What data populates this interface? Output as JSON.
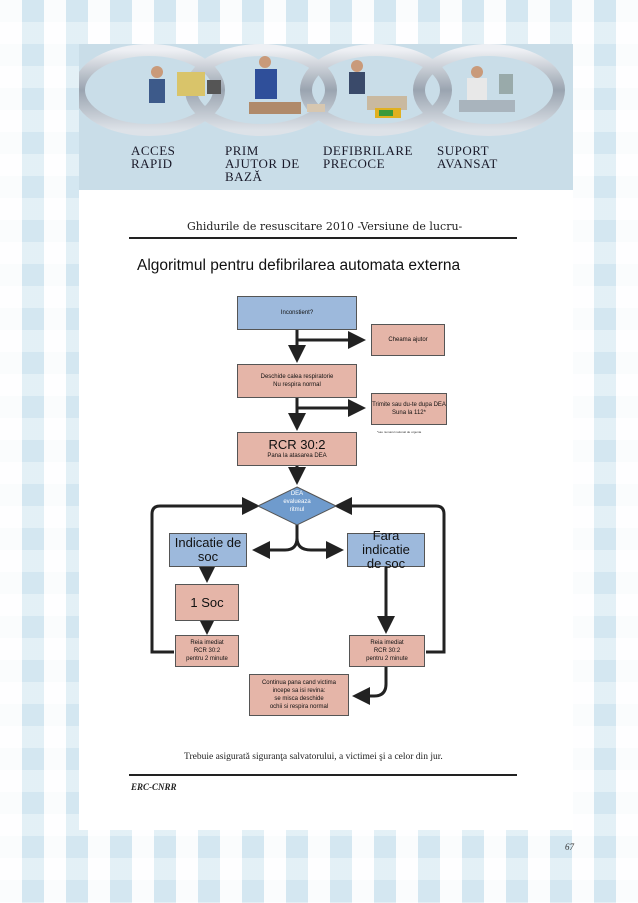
{
  "banner": {
    "labels": [
      "ACCES\nRAPID",
      "PRIM\nAJUTOR DE\nBAZĂ",
      "DEFIBRILARE\nPRECOCE",
      "SUPORT\nAVANSAT"
    ]
  },
  "document": {
    "header": "Ghidurile de resuscitare 2010 -Versiune de lucru-",
    "title": "Algoritmul pentru defibrilarea automata externa",
    "footnote": "Trebuie asigurată siguranţa salvatorului, a victimei şi a celor din jur.",
    "footer_code": "ERC-CNRR",
    "page_number": "67"
  },
  "flowchart": {
    "unconscious": "Inconstient?",
    "call_help": "Cheama ajutor",
    "open_airway": [
      "Deschide calea respiratorie",
      "Nu respira normal"
    ],
    "send_for_aed": [
      "Trimite sau du-te dupa DEA",
      "Suna la 112*"
    ],
    "small_note": "*sau numarul national de urgenta",
    "cpr_title": "RCR 30:2",
    "cpr_sub": "Pana la atasarea DEA",
    "aed_assesses": [
      "DEA",
      "evalueaza",
      "ritmul"
    ],
    "shock_indicated": [
      "Indicatie de",
      "soc"
    ],
    "no_shock": [
      "Fara indicatie",
      "de soc"
    ],
    "one_shock": "1 Soc",
    "resume_left": [
      "Reia imediat",
      "RCR 30:2",
      "pentru 2 minute"
    ],
    "resume_right": [
      "Reia imediat",
      "RCR 30:2",
      "pentru 2 minute"
    ],
    "continue": [
      "Continua pana cand victima",
      "incepe sa isi revina:",
      "se misca deschide",
      "ochii si respira normal"
    ]
  },
  "colors": {
    "decision_blue": "#9db9dc",
    "action_pink": "#e5b5a8",
    "arrow": "#222222"
  },
  "icons": [
    "chain-link-icon",
    "telephone-person-icon",
    "cpr-person-icon",
    "defibrillator-person-icon",
    "paramedic-person-icon"
  ]
}
